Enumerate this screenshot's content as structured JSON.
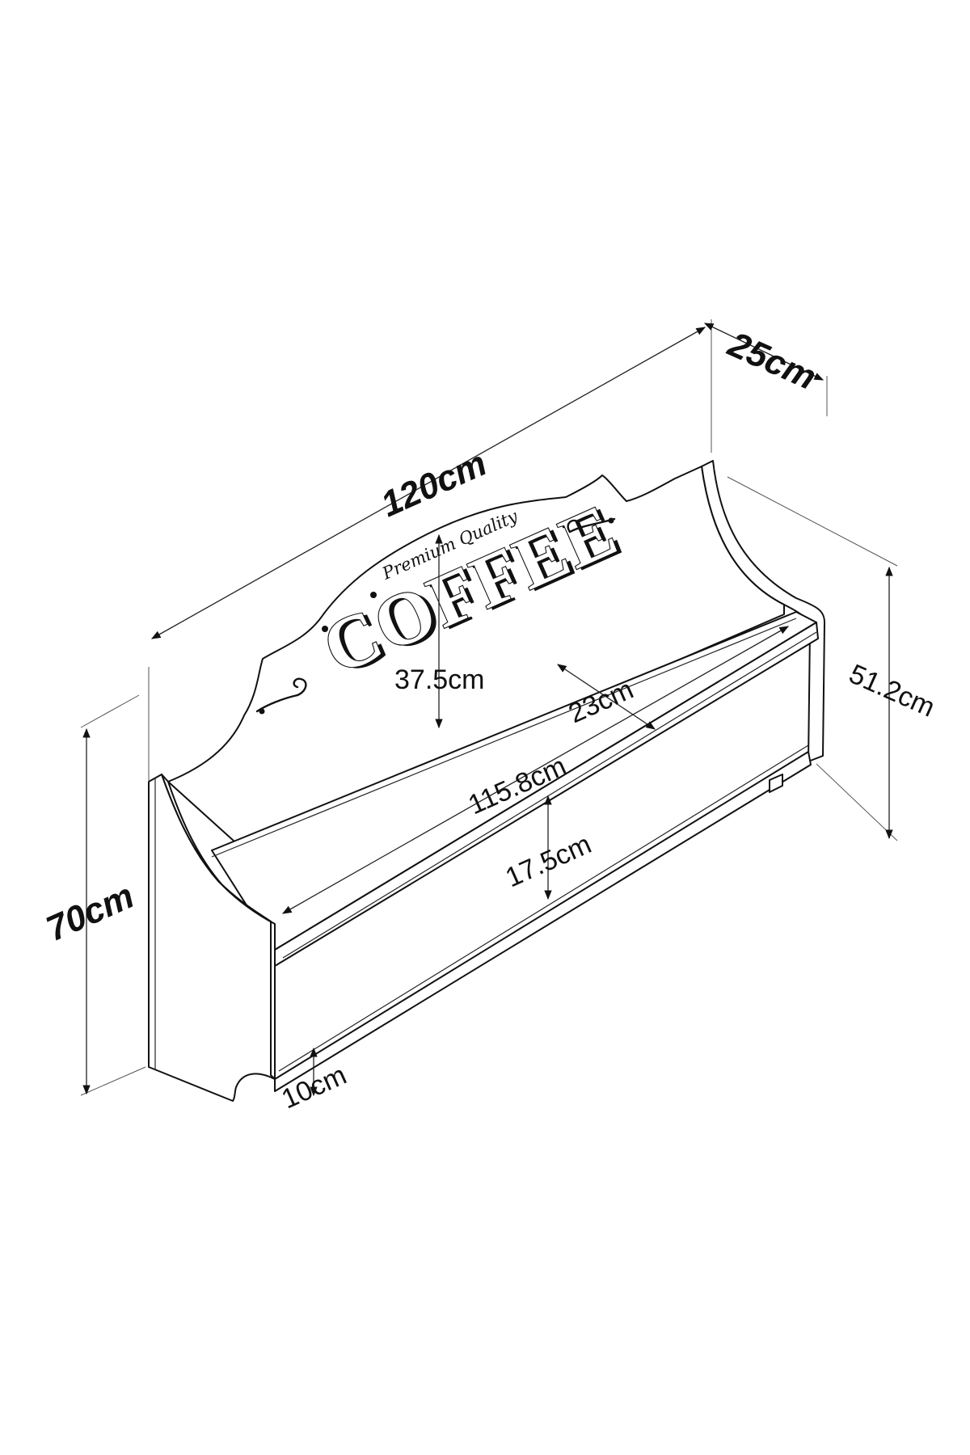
{
  "drawing": {
    "sign": {
      "tagline": "Premium Quality",
      "word": "COFFEE"
    },
    "dimensions": {
      "overall_width": "120cm",
      "overall_depth": "25cm",
      "overall_height": "70cm",
      "back_height": "51.2cm",
      "sign_height": "37.5cm",
      "shelf_depth": "23cm",
      "inner_width": "115.8cm",
      "shelf_gap": "17.5cm",
      "bottom_gap": "10cm"
    }
  }
}
